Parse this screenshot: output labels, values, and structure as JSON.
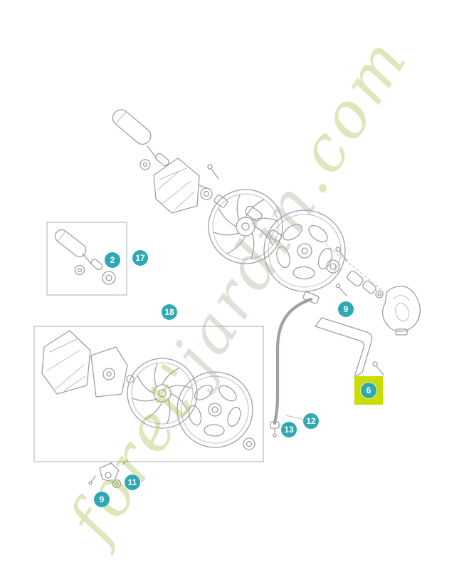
{
  "colors": {
    "callout": "#2fa8b4",
    "callout_text": "#ffffff",
    "highlight": "#cbdd00",
    "line_art": "#9ba1a6",
    "line_art_light": "#b9bec2",
    "box_border": "#c2c6c9",
    "wm_green": "#a8c24b",
    "wm_gray": "#b5ad9c",
    "background": "#ffffff"
  },
  "watermark": {
    "part1": "foret'",
    "part2": "jardin",
    "part3": ".com"
  },
  "callouts": [
    {
      "label": "2",
      "highlighted": false
    },
    {
      "label": "17",
      "highlighted": false
    },
    {
      "label": "18",
      "highlighted": false
    },
    {
      "label": "9",
      "highlighted": false
    },
    {
      "label": "6",
      "highlighted": true
    },
    {
      "label": "12",
      "highlighted": false
    },
    {
      "label": "13",
      "highlighted": false
    },
    {
      "label": "11",
      "highlighted": false
    },
    {
      "label": "9",
      "highlighted": false
    }
  ]
}
